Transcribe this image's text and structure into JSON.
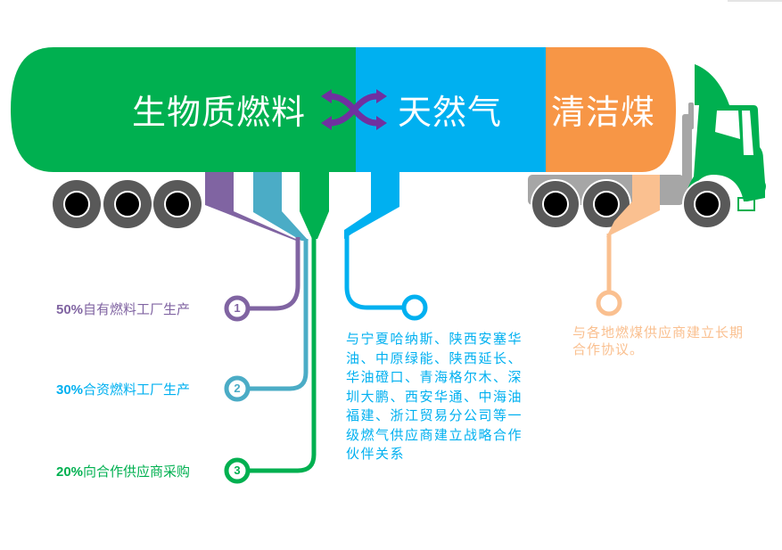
{
  "tanks": [
    {
      "label": "生物质燃料",
      "color": "#00b050"
    },
    {
      "label": "天然气",
      "color": "#00b0f0"
    },
    {
      "label": "清洁煤",
      "color": "#f79646"
    }
  ],
  "exchange_icon": "swap-arrows-icon",
  "biomass_sources": [
    {
      "number": "1",
      "percent": "50%",
      "text": "自有燃料工厂生产",
      "color": "#8064a2"
    },
    {
      "number": "2",
      "percent": "30%",
      "text": "合资燃料工厂生产",
      "color": "#4bacc6"
    },
    {
      "number": "3",
      "percent": "20%",
      "text": "向合作供应商采购",
      "color": "#00b050"
    }
  ],
  "gas_description": {
    "lines": [
      "与宁夏哈纳斯、陕西安塞华",
      "油、中原绿能、陕西延长、",
      "华油磴口、青海格尔木、深",
      "圳大鹏、西安华通、中海油",
      "福建、浙江贸易分公司等一",
      "级燃气供应商建立战略合作",
      "伙伴关系"
    ],
    "color": "#00b0f0"
  },
  "coal_description": {
    "lines": [
      "与各地燃煤供应商建立长期",
      "合作协议。"
    ],
    "color": "#fac090"
  },
  "truck": {
    "cab_color": "#00b050",
    "chassis_color": "#a6a6a6",
    "tire_color": "#595959"
  }
}
